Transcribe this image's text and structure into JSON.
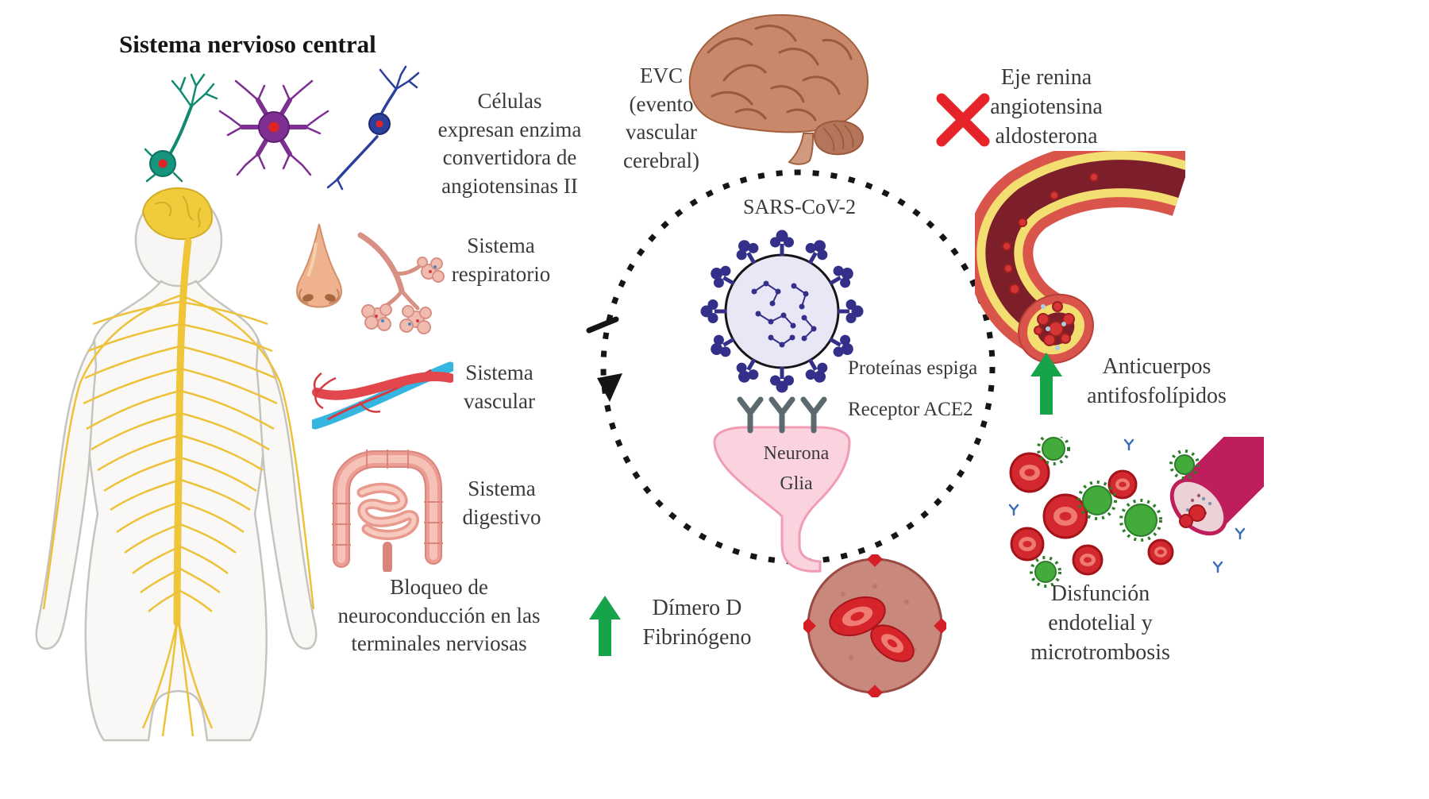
{
  "title": "Sistema nervioso central",
  "left_panel": {
    "cells_ace": [
      "Células",
      "expresan enzima",
      "convertidora de",
      "angiotensinas II"
    ],
    "respiratory": [
      "Sistema",
      "respiratorio"
    ],
    "vascular": [
      "Sistema",
      "vascular"
    ],
    "digestive": [
      "Sistema",
      "digestivo"
    ],
    "blockade": [
      "Bloqueo de",
      "neuroconducción en las",
      "terminales nerviosas"
    ],
    "dimer": [
      "Dímero D",
      "Fibrinógeno"
    ]
  },
  "center_panel": {
    "evc": [
      "EVC",
      "(evento",
      "vascular",
      "cerebral)"
    ],
    "sars": "SARS-CoV-2",
    "spike": "Proteínas espiga",
    "ace2": "Receptor ACE2",
    "neuron": "Neurona",
    "glia": "Glia"
  },
  "right_panel": {
    "raas": [
      "Eje renina",
      "angiotensina",
      "aldosterona"
    ],
    "antibodies": [
      "Anticuerpos",
      "antifosfolípidos"
    ],
    "dysfunction": [
      "Disfunción",
      "endotelial y",
      "microtrombosis"
    ]
  },
  "illustrations": {
    "neurons": "neuron-cells",
    "body": "human-nervous-system",
    "nose": "nose",
    "alveoli": "alveoli",
    "vessels": "blood-vessels",
    "intestines": "intestines",
    "brain": "brain",
    "virus": "sars-cov-2-virion",
    "vessel_section": "artery-cross-section",
    "thrombosis": "microthrombosis-cells",
    "platelet": "platelet-with-erythrocytes",
    "up_arrow": "increase-arrow",
    "red_x": "blocked-x",
    "cycle": "dashed-cycle"
  },
  "colors": {
    "arrow_green": "#16a34a",
    "x_red": "#e52328",
    "virus_navy": "#34308a",
    "text_gray": "#3a3a3a"
  }
}
